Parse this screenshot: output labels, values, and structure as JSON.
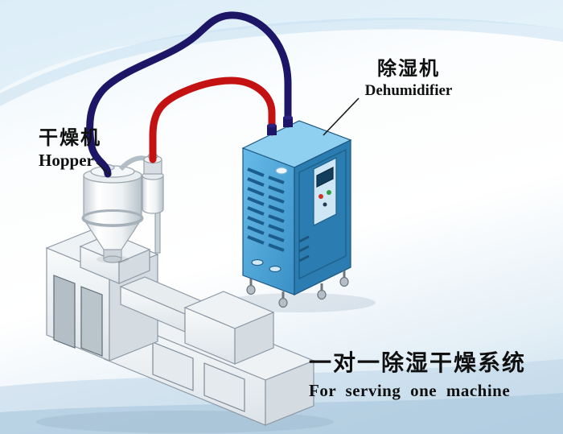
{
  "labels": {
    "hopper_cn": "干燥机",
    "hopper_en": "Hopper",
    "dehumidifier_cn": "除湿机",
    "dehumidifier_en": "Dehumidifier",
    "caption_cn": "一对一除湿干燥系统",
    "caption_en": "For serving one machine"
  },
  "colors": {
    "pipe_hot": "#c41212",
    "pipe_cold": "#1d1666",
    "cabinet_front": "#4aa8dc",
    "cabinet_side": "#2b7cb0",
    "cabinet_top": "#8fd0f0",
    "machine_light": "#f6f8fa",
    "text": "#101010"
  }
}
